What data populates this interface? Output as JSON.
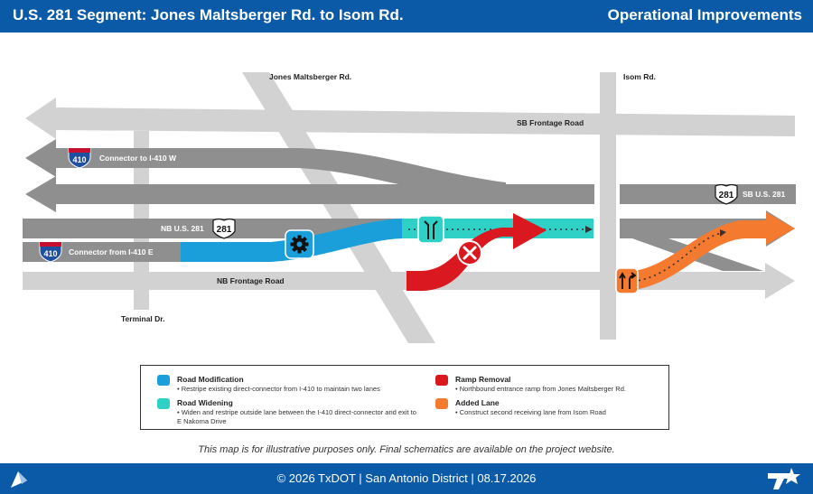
{
  "header": {
    "title": "U.S. 281 Segment: Jones Maltsberger Rd. to Isom Rd.",
    "subtitle": "Operational Improvements"
  },
  "map": {
    "roads": {
      "jones": "Jones Maltsberger Rd.",
      "isom": "Isom Rd.",
      "sb_frontage": "SB Frontage Road",
      "connector_to": "Connector to I-410 W",
      "nb_us281": "NB U.S. 281",
      "connector_from": "Connector from I-410 E",
      "nb_frontage": "NB Frontage Road",
      "terminal": "Terminal Dr.",
      "sb_us281": "SB U.S. 281"
    },
    "shields": {
      "interstate": "410",
      "us": "281"
    }
  },
  "legend": {
    "items": [
      {
        "title": "Road Modification",
        "desc": "Restripe existing direct-connector from I-410 to maintain two lanes",
        "color": "#1a9fdb"
      },
      {
        "title": "Ramp Removal",
        "desc": "Northbound entrance ramp from Jones Maltsberger Rd.",
        "color": "#d9181f"
      },
      {
        "title": "Road Widening",
        "desc": "Widen and restripe outside lane between the I-410 direct-connector and exit to E Nakoma Drive",
        "color": "#2fd1c6"
      },
      {
        "title": "Added Lane",
        "desc": "Construct second receiving lane from Isom Road",
        "color": "#f47a30"
      }
    ]
  },
  "disclaimer": "This map is for illustrative purposes only. Final schematics are available on the project website.",
  "footer": "© 2026 TxDOT | San Antonio District | 08.17.2026"
}
